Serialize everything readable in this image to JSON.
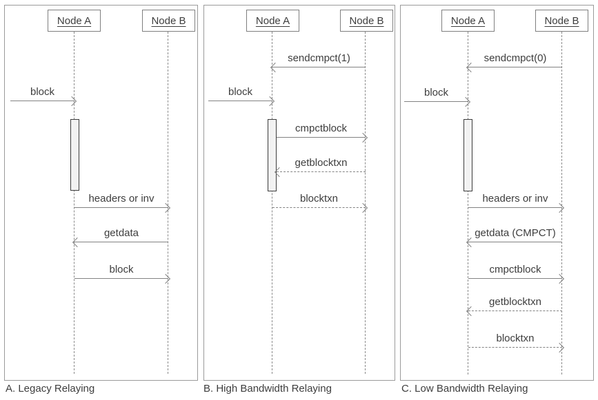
{
  "colors": {
    "line": "#828282",
    "text": "#3d3d3d",
    "panel_border": "#9a9a9a",
    "node_border": "#7f7f7f",
    "activation_fill": "#f2f2f2",
    "activation_border": "#3c3c3c"
  },
  "panels": [
    {
      "caption": "A. Legacy Relaying",
      "node_a": "Node A",
      "node_b": "Node B",
      "messages": [
        {
          "label": "block",
          "from": "external",
          "to": "Node A",
          "style": "solid"
        },
        {
          "label": "headers or inv",
          "from": "Node A",
          "to": "Node B",
          "style": "solid"
        },
        {
          "label": "getdata",
          "from": "Node B",
          "to": "Node A",
          "style": "solid"
        },
        {
          "label": "block",
          "from": "Node A",
          "to": "Node B",
          "style": "solid"
        }
      ]
    },
    {
      "caption": "B. High Bandwidth Relaying",
      "node_a": "Node A",
      "node_b": "Node B",
      "messages": [
        {
          "label": "sendcmpct(1)",
          "from": "Node B",
          "to": "Node A",
          "style": "solid"
        },
        {
          "label": "block",
          "from": "external",
          "to": "Node A",
          "style": "solid"
        },
        {
          "label": "cmpctblock",
          "from": "Node A",
          "to": "Node B",
          "style": "solid"
        },
        {
          "label": "getblocktxn",
          "from": "Node B",
          "to": "Node A",
          "style": "dashed"
        },
        {
          "label": "blocktxn",
          "from": "Node A",
          "to": "Node B",
          "style": "dashed"
        }
      ]
    },
    {
      "caption": "C. Low Bandwidth Relaying",
      "node_a": "Node A",
      "node_b": "Node B",
      "messages": [
        {
          "label": "sendcmpct(0)",
          "from": "Node B",
          "to": "Node A",
          "style": "solid"
        },
        {
          "label": "block",
          "from": "external",
          "to": "Node A",
          "style": "solid"
        },
        {
          "label": "headers or inv",
          "from": "Node A",
          "to": "Node B",
          "style": "solid"
        },
        {
          "label": "getdata (CMPCT)",
          "from": "Node B",
          "to": "Node A",
          "style": "solid"
        },
        {
          "label": "cmpctblock",
          "from": "Node A",
          "to": "Node B",
          "style": "solid"
        },
        {
          "label": "getblocktxn",
          "from": "Node B",
          "to": "Node A",
          "style": "dashed"
        },
        {
          "label": "blocktxn",
          "from": "Node A",
          "to": "Node B",
          "style": "dashed"
        }
      ]
    }
  ]
}
